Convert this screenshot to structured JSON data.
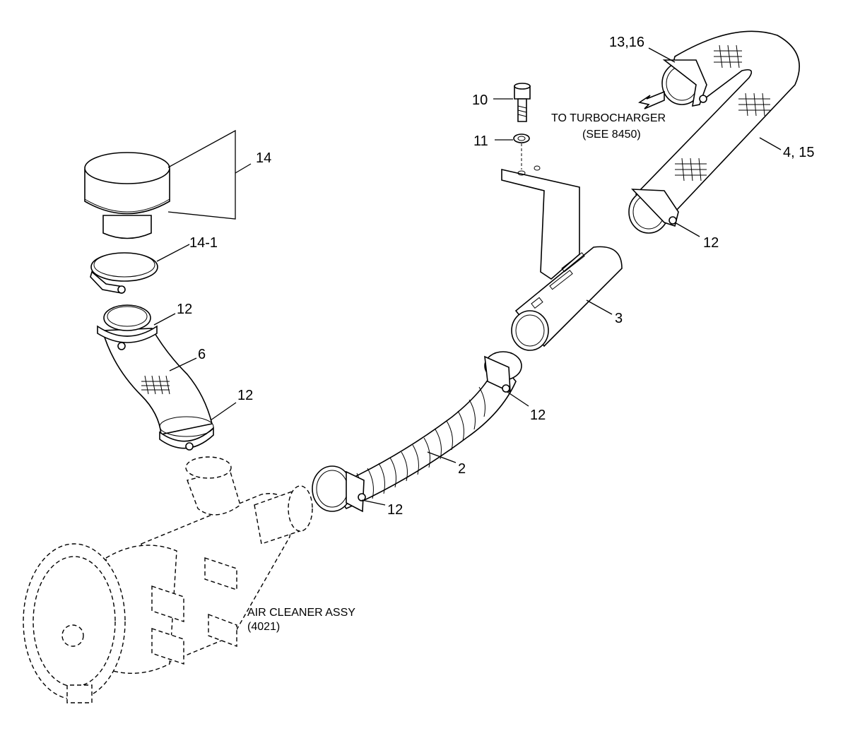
{
  "callouts": {
    "c14": "14",
    "c14_1": "14-1",
    "c12_a": "12",
    "c6": "6",
    "c12_b": "12",
    "c10": "10",
    "c11": "11",
    "c13_16": "13,16",
    "c4_15": "4, 15",
    "c12_c": "12",
    "c3": "3",
    "c12_d": "12",
    "c2": "2",
    "c12_e": "12"
  },
  "notes": {
    "turbo_line1": "TO TURBOCHARGER",
    "turbo_line2": "(SEE 8450)",
    "air_cleaner_line1": "AIR CLEANER ASSY",
    "air_cleaner_line2": "(4021)"
  }
}
